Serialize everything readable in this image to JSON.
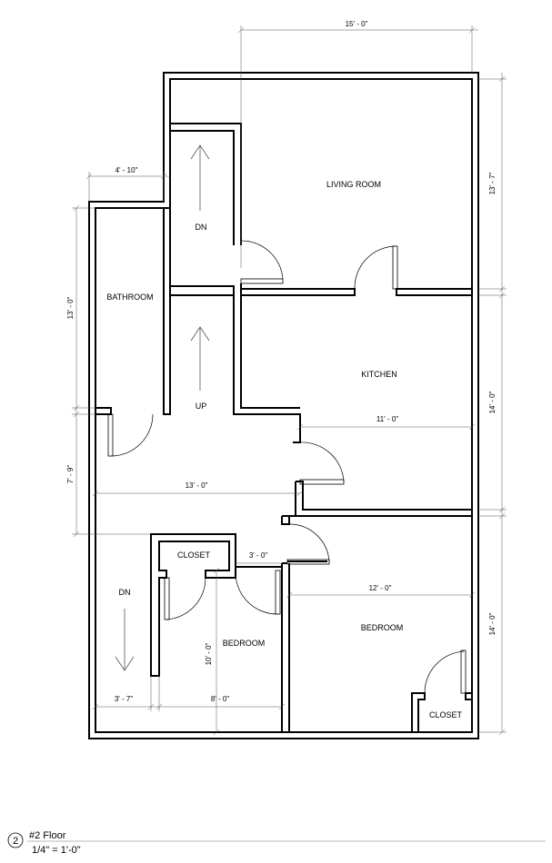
{
  "rooms": {
    "living_room": "LIVING ROOM",
    "kitchen": "KITCHEN",
    "bathroom": "BATHROOM",
    "bedroom_left": "BEDROOM",
    "bedroom_right": "BEDROOM",
    "closet_left": "CLOSET",
    "closet_right": "CLOSET"
  },
  "stairs": {
    "upper_dn": "DN",
    "up": "UP",
    "lower_dn": "DN"
  },
  "dimensions": {
    "top_width": "15' - 0\"",
    "bath_width": "4' - 10\"",
    "right_living": "13' - 7\"",
    "right_kitchen": "14' - 0\"",
    "right_bedroom": "14' - 0\"",
    "left_bath": "13' - 0\"",
    "left_hall": "7' - 9\"",
    "kitchen_width": "11' - 0\"",
    "hall_width": "13' - 0\"",
    "closet_door": "3' - 0\"",
    "bedroom_right_width": "12' - 0\"",
    "bedroom_left_height": "10' - 0\"",
    "stair_width": "3' - 7\"",
    "bedroom_left_width": "8' - 0\""
  },
  "title_block": {
    "number": "2",
    "name": "#2 Floor",
    "scale": "1/4\" = 1'-0\""
  }
}
